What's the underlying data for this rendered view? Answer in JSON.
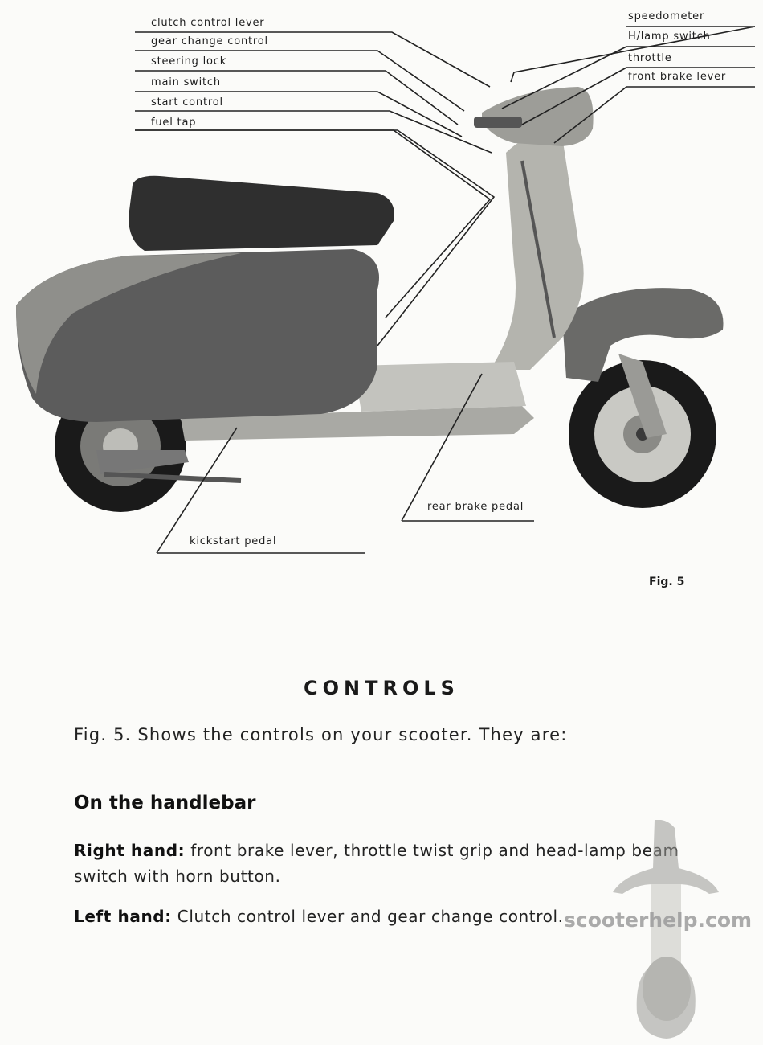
{
  "figure": {
    "labels": {
      "clutch_control_lever": "clutch control lever",
      "gear_change_control": "gear change control",
      "steering_lock": "steering lock",
      "main_switch": "main switch",
      "start_control": "start control",
      "fuel_tap": "fuel tap",
      "speedometer": "speedometer",
      "h_lamp_switch": "H/lamp switch",
      "throttle": "throttle",
      "front_brake_lever": "front brake lever",
      "rear_brake_pedal": "rear brake pedal",
      "kickstart_pedal": "kickstart pedal"
    },
    "caption": "Fig. 5"
  },
  "section": {
    "title": "CONTROLS",
    "intro": "Fig. 5. Shows the controls on your scooter. They are:",
    "subheading": "On the handlebar",
    "right_hand_label": "Right hand:",
    "right_hand_text": " front brake lever, throttle twist grip and head-lamp beam switch with horn button.",
    "left_hand_label": "Left hand:",
    "left_hand_text": " Clutch control lever and gear change control."
  },
  "watermark": "scooterhelp.com",
  "colors": {
    "ink": "#1e1e1e",
    "body_paint": "#5c5c5c",
    "frame_metal": "#b7b7b2",
    "seat": "#2f2f2f",
    "tyre": "#1a1a1a"
  }
}
